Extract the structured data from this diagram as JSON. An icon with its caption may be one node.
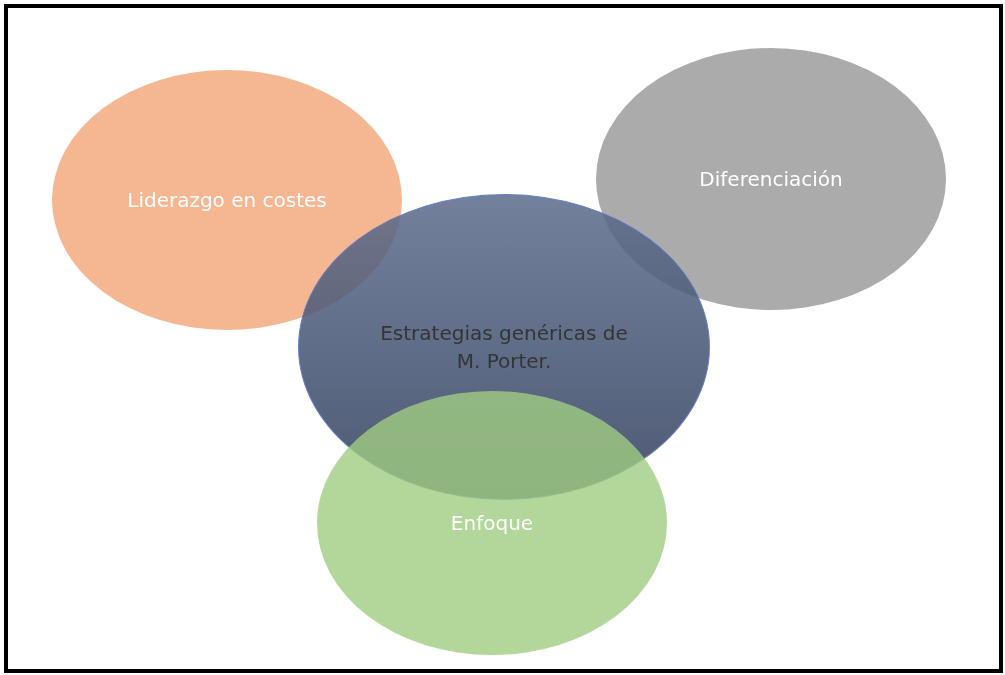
{
  "diagram": {
    "nodes": [
      {
        "text": [
          "Liderazgo en costes"
        ]
      },
      {
        "text": [
          "Diferenciación"
        ]
      },
      {
        "text": [
          "Estrategias genéricas de M. Porter."
        ]
      },
      {
        "text": [
          "Enfoque"
        ]
      }
    ]
  }
}
